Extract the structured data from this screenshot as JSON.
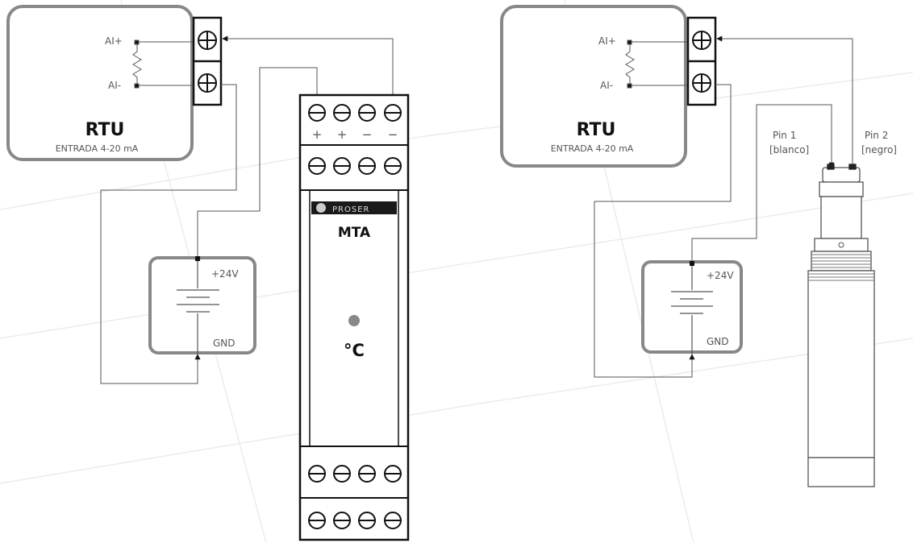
{
  "colors": {
    "box_border": "#888888",
    "line": "#555555",
    "dark": "#111111",
    "led": "#888888",
    "logo_bg": "#1a1a1a"
  },
  "left": {
    "rtu_title": "RTU",
    "rtu_sub": "ENTRADA 4-20 mA",
    "ai_plus": "AI+",
    "ai_minus": "AI-",
    "psu_v": "+24V",
    "psu_gnd": "GND",
    "device_brand": "PROSER",
    "device_model": "MTA",
    "device_unit": "°C",
    "term_signs": [
      "+",
      "+",
      "−",
      "−"
    ]
  },
  "right": {
    "rtu_title": "RTU",
    "rtu_sub": "ENTRADA 4-20 mA",
    "ai_plus": "AI+",
    "ai_minus": "AI-",
    "psu_v": "+24V",
    "psu_gnd": "GND",
    "pin1_a": "Pin 1",
    "pin1_b": "[blanco]",
    "pin2_a": "Pin 2",
    "pin2_b": "[negro]"
  }
}
